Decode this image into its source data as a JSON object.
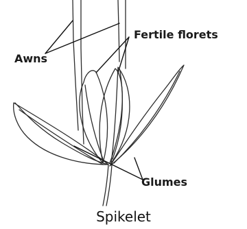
{
  "labels": {
    "awns": "Awns",
    "fertile_florets": "Fertile florets",
    "glumes": "Glumes"
  },
  "caption": "Spikelet",
  "colors": {
    "line": "#2b2b2b",
    "pointer": "#111111",
    "background": "#ffffff"
  }
}
